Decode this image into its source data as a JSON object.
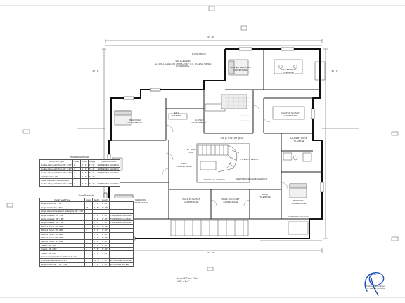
{
  "sheet": {
    "title": "Level 2 Floor Plan",
    "scale": "1/8\" = 1'-0\""
  },
  "rooms": [
    {
      "id": "master",
      "name": "MASTER BEDROOM",
      "sub": "CARPET/BASE"
    },
    {
      "id": "master_bath",
      "name": "MASTER BATH",
      "sub": "TILE/BASE"
    },
    {
      "id": "bed_nw",
      "name": "BEDROOM",
      "sub": "CARPET/BASE"
    },
    {
      "id": "bed_sw",
      "name": "BEDROOM",
      "sub": "CARPET/BASE"
    },
    {
      "id": "bed_se",
      "name": "BEDROOM",
      "sub": "CARPET/BASE"
    },
    {
      "id": "bath_n",
      "name": "BATH",
      "sub": "TILE/BASE"
    },
    {
      "id": "closet_c",
      "name": "CLOSET",
      "sub": "CARPET/BASE"
    },
    {
      "id": "master_closet",
      "name": "MASTER CLOSET",
      "sub": "CARPET/BASE"
    },
    {
      "id": "laundry",
      "name": "LAUNDRY ROOM",
      "sub": "TILE/BASE"
    },
    {
      "id": "hall",
      "name": "HALL",
      "sub": "CARPET/BASE"
    },
    {
      "id": "open_below",
      "name": "OPEN TO BELOW",
      "sub": ""
    },
    {
      "id": "wic1",
      "name": "WALK-IN CLOSET",
      "sub": "CARPET/BASE"
    },
    {
      "id": "wic2",
      "name": "WALK-IN CLOSET",
      "sub": "CARPET/BASE"
    },
    {
      "id": "bath_s",
      "name": "BATH",
      "sub": "TILE/BASE"
    },
    {
      "id": "covered_balcony",
      "name": "COVERED BALCONY",
      "sub": ""
    }
  ],
  "notes": {
    "wall_label": "WALL LEGEND",
    "wall_text": "ALL WALLS ARE 2X4 STUDS AT 16\" O.C. UNLESS NOTED OTHERWISE",
    "roof_note": "ROOF ABOVE",
    "stair_note": "16R @ 7 1/4\" 15T @ 10\"",
    "rail_note": "36\" HIGH GUARDRAIL",
    "gf_note": "GREAT ROOM CEILING HEIGHT",
    "rail2": "42\" HIGH RAIL"
  },
  "window_schedule": {
    "title": "Window Schedule",
    "headers": [
      "Family and Type",
      "Count",
      "Width",
      "Height",
      "Type Comments"
    ],
    "rows": [
      [
        "Double Hung with Trim: 36\" x 60\"",
        "2",
        "3' - 0\"",
        "5' - 0\"",
        "TEMPERED GLAZING"
      ],
      [
        "Double Hung with Trim: 36\" x 60\"",
        "3",
        "3' - 0\"",
        "5' - 0\"",
        "TEMPERED GLAZING"
      ],
      [
        "Double Hung with Trim: 30\" x 60\"",
        "2",
        "2' - 6\"",
        "5' - 0\"",
        "TEMPERED GLAZING"
      ],
      [
        "Skylight: 24\" x 27\"",
        "2",
        "2' - 0\"",
        "2' - 3\"",
        ""
      ],
      [
        "Fixed: Window (NWFB) Fixed",
        "",
        "",
        "",
        ""
      ],
      [
        "Double Hung with Trim: 36\" x 48\"",
        "4",
        "3' - 0\"",
        "4' - 0\"",
        "TEMPERED GLAZING"
      ]
    ]
  },
  "door_schedule": {
    "title": "Door Schedule",
    "headers": [
      "Family and Type",
      "Count",
      "Width",
      "Height"
    ],
    "rows": [
      [
        "Single-Flush: 30\" x 80\"",
        "1",
        "2' - 6\"",
        "6' - 8\"",
        ""
      ],
      [
        "Single-Flush: 32\" x 80\"",
        "16",
        "2' - 8\"",
        "6' - 8\"",
        ""
      ],
      [
        "Single-Raised Panel with Sidelights: 36\" x 80\"",
        "",
        "",
        "",
        ""
      ],
      [
        "Single-Glass 1: 36\" x 80\"",
        "1",
        "3' - 0\"",
        "6' - 8\"",
        "TEMPERED GLAZING"
      ],
      [
        "Single-Glass 1: 36\" x 80\"",
        "1",
        "3' - 0\"",
        "6' - 8\"",
        "TEMPERED GLAZING"
      ],
      [
        "Single-Glass 1: 36\" x 80\"",
        "1",
        "3' - 0\"",
        "6' - 8\"",
        "TEMPERED GLAZING"
      ],
      [
        "Bifold-2 Panel: 24\" x 80\"",
        "1",
        "2' - 0\"",
        "6' - 8\"",
        ""
      ],
      [
        "Bifold-2 Panel: 36\" x 80\"",
        "2",
        "3' - 0\"",
        "6' - 8\"",
        ""
      ],
      [
        "Bifold-2 Panel: 48\" x 80\"",
        "1",
        "4' - 0\"",
        "6' - 8\"",
        ""
      ],
      [
        "Bifold-4 Panel: 60\" x 80\"",
        "1",
        "5' - 0\"",
        "6' - 8\"",
        ""
      ],
      [
        "Bifold-4 Panel: 72\" x 80\"",
        "1",
        "6' - 0\"",
        "6' - 8\"",
        ""
      ],
      [
        "Pocket: 30\" x 80\"",
        "2",
        "2' - 6\"",
        "6' - 8\"",
        ""
      ],
      [
        "Pocket: 32\" x 80\"",
        "1",
        "2' - 8\"",
        "6' - 8\"",
        ""
      ],
      [
        "Pocket: 36\" x 80\"",
        "1",
        "3' - 0\"",
        "6' - 8\"",
        ""
      ],
      [
        "Door-Garage-Embossed Panel: 9' x 7'",
        "",
        "",
        "",
        ""
      ],
      [
        "Overhead-Sectional: 16' x 7'",
        "1",
        "16' - 0\"",
        "7' - 0\"",
        "W/ GARAGE OPENER"
      ],
      [
        "Single-Flush: 32\" x 80\" FIRE",
        "1",
        "2' - 8\"",
        "6' - 8\"",
        "WITH FIRE RATED"
      ]
    ]
  },
  "stamp": {
    "line1": "Professional Engineer",
    "line2": "Lic. License No. 0000"
  },
  "dims": {
    "top": "64' - 0\"",
    "bottom": "64' - 0\"",
    "left": "40' - 0\"",
    "right": "38' - 0\""
  }
}
